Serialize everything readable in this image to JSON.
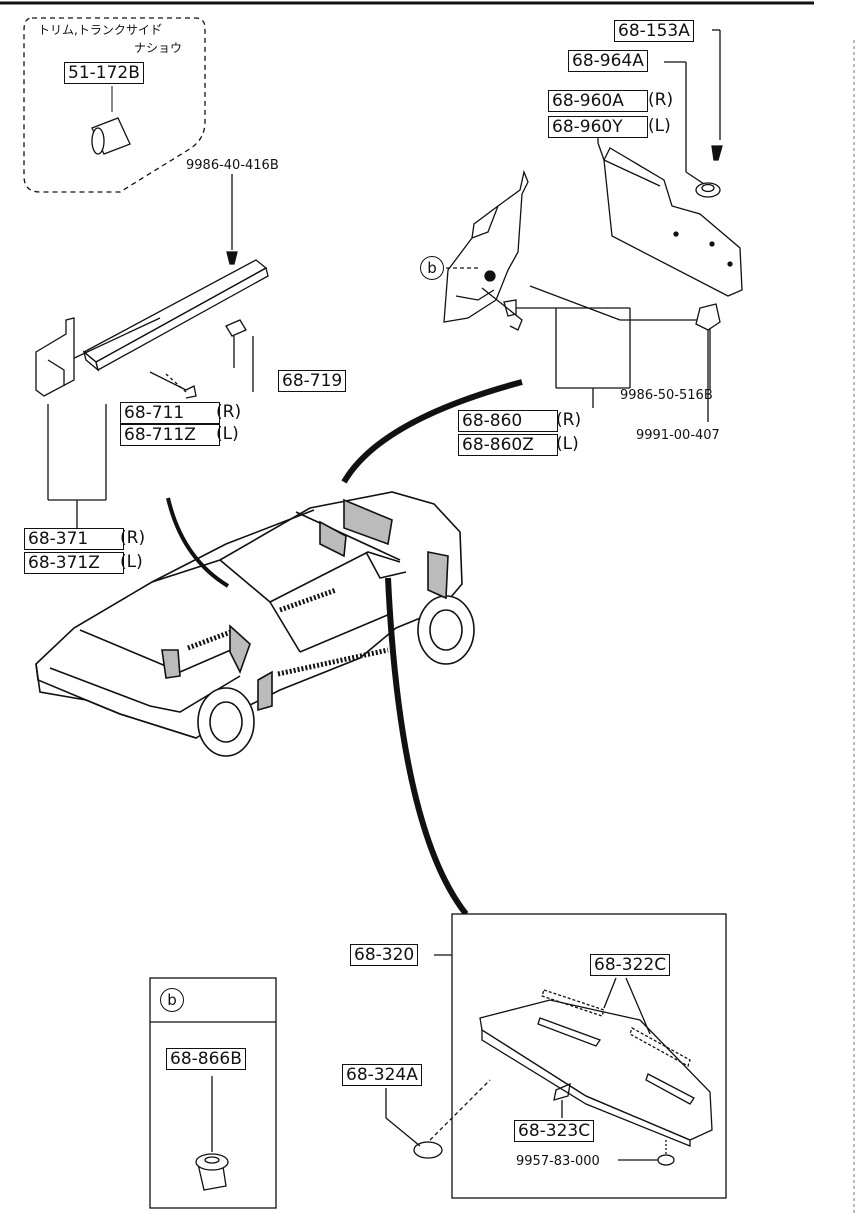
{
  "inset_trim": {
    "caption_line1": "トリム,トランクサイド゙",
    "caption_line2": "ナショウ",
    "part": "51-172B"
  },
  "side_sill": {
    "screw": "9986-40-416B",
    "clip": "68-719",
    "trim_r": "68-711",
    "trim_l": "68-711Z",
    "r": "(R)",
    "l": "(L)",
    "bracket_r": "68-371",
    "bracket_l": "68-371Z"
  },
  "rear_quarter": {
    "ref": "b",
    "screw": "9986-50-516B",
    "trim_r": "68-860",
    "trim_l": "68-860Z",
    "r": "(R)",
    "l": "(L)"
  },
  "trunk_side": {
    "part_top": "68-153A",
    "part_washer": "68-964A",
    "trim_r": "68-960A",
    "trim_l": "68-960Y",
    "r": "(R)",
    "l": "(L)",
    "clip": "9991-00-407"
  },
  "package_tray": {
    "tray": "68-320",
    "strip": "68-322C",
    "grommet": "68-324A",
    "bracket": "68-323C",
    "clip": "9957-83-000"
  },
  "detail_b": {
    "ref": "b",
    "part": "68-866B"
  },
  "colors": {
    "line": "#111111",
    "paper": "#ffffff"
  }
}
